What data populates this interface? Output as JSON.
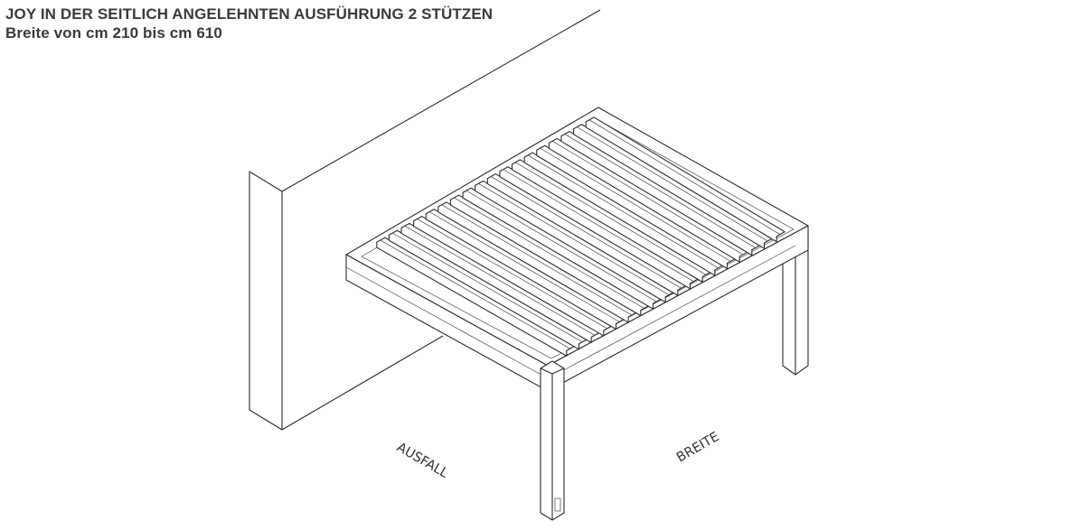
{
  "header": {
    "title": "JOY IN DER SEITLICH ANGELEHNTEN AUSFÜHRUNG 2 STÜTZEN",
    "subtitle": "Breite von cm 210 bis cm 610"
  },
  "drawing": {
    "depth_label": "AUSFALL",
    "width_label": "BREITE",
    "louver_count": 18,
    "post_count": 2
  }
}
